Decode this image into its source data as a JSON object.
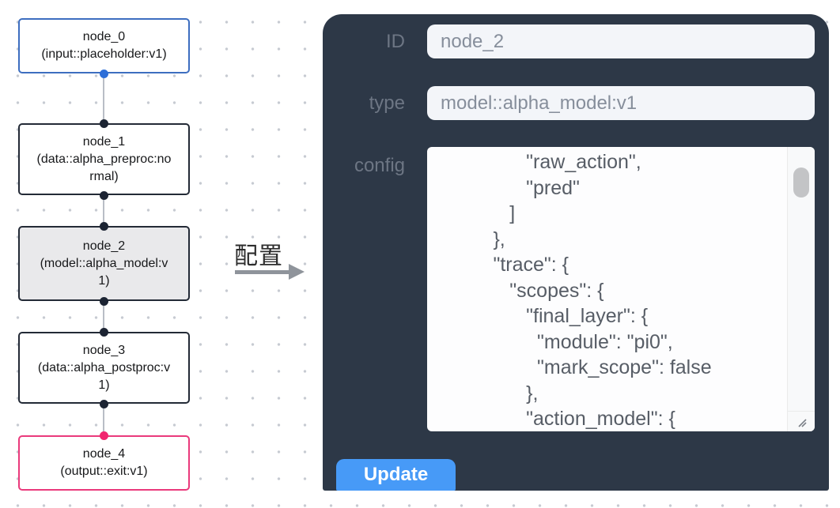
{
  "flow": {
    "nodes": [
      {
        "name": "node_0",
        "type": "(input::placeholder:v1)"
      },
      {
        "name": "node_1",
        "type": "(data::alpha_preproc:normal)"
      },
      {
        "name": "node_2",
        "type": "(model::alpha_model:v1)"
      },
      {
        "name": "node_3",
        "type": "(data::alpha_postproc:v1)"
      },
      {
        "name": "node_4",
        "type": "(output::exit:v1)"
      }
    ],
    "selected_node": "node_2"
  },
  "transition": {
    "label": "配置",
    "arrow_icon": "right-arrow"
  },
  "panel": {
    "fields": [
      {
        "label": "ID",
        "value": "node_2"
      },
      {
        "label": "type",
        "value": "model::alpha_model:v1"
      }
    ],
    "config": {
      "label": "config",
      "lines": [
        "                \"raw_action\",",
        "                \"pred\"",
        "             ]",
        "          },",
        "          \"trace\": {",
        "             \"scopes\": {",
        "                \"final_layer\": {",
        "                  \"module\": \"pi0\",",
        "                  \"mark_scope\": false",
        "                },",
        "                \"action_model\": {"
      ]
    },
    "update_button": "Update"
  },
  "colors": {
    "panel_bg": "#2d3847",
    "accent_blue": "#479af7",
    "node_input_border": "#3d6ec0",
    "node_output_border": "#ea3a7c",
    "node_default_border": "#232a36",
    "selected_node_bg": "#e9e9eb",
    "port_dot_dark": "#1c2433",
    "port_dot_blue": "#2e6fd8",
    "port_dot_pink": "#f1256f"
  }
}
